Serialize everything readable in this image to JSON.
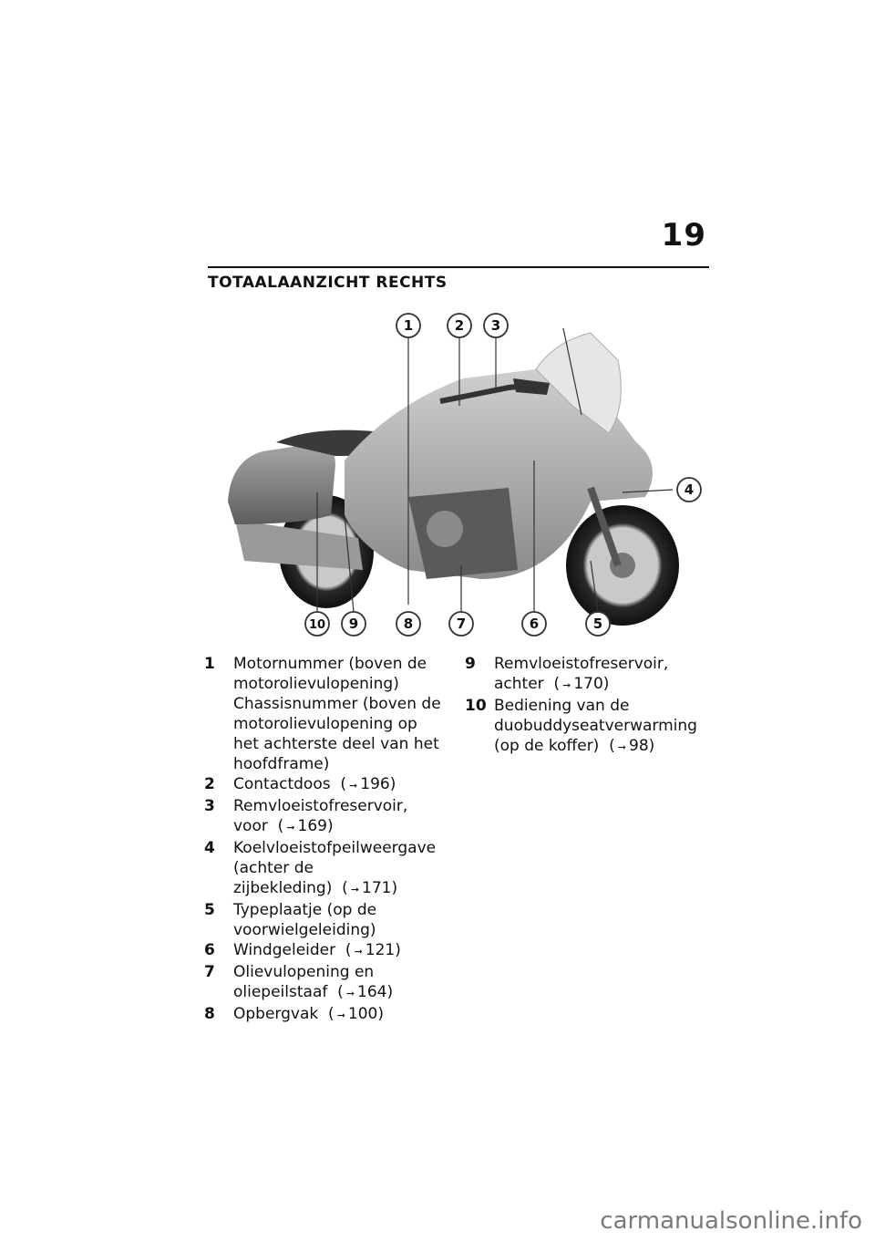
{
  "page": {
    "number": "19",
    "title": "TOTAALAANZICHT RECHTS"
  },
  "figure": {
    "callouts": [
      "1",
      "2",
      "3",
      "4",
      "5",
      "6",
      "7",
      "8",
      "9",
      "10"
    ]
  },
  "items": [
    {
      "num": "1",
      "text": "Motornummer (boven de motorolievulopening) Chassisnummer (boven de motorolievulopening op het achterste deel van het hoofdframe)",
      "ref": ""
    },
    {
      "num": "2",
      "text": "Contactdoos",
      "ref": "196"
    },
    {
      "num": "3",
      "text": "Remvloeistofreservoir, voor",
      "ref": "169"
    },
    {
      "num": "4",
      "text": "Koelvloeistofpeilweergave (achter de zijbekleding)",
      "ref": "171"
    },
    {
      "num": "5",
      "text": "Typeplaatje (op de voorwielgeleiding)",
      "ref": ""
    },
    {
      "num": "6",
      "text": "Windgeleider",
      "ref": "121"
    },
    {
      "num": "7",
      "text": "Olievulopening en oliepeilstaaf",
      "ref": "164"
    },
    {
      "num": "8",
      "text": "Opbergvak",
      "ref": "100"
    },
    {
      "num": "9",
      "text": "Remvloeistofreservoir, achter",
      "ref": "170"
    },
    {
      "num": "10",
      "text": "Bediening van de duobuddyseatverwarming (op de koffer)",
      "ref": "98"
    }
  ],
  "watermark": "carmanualsonline.info"
}
